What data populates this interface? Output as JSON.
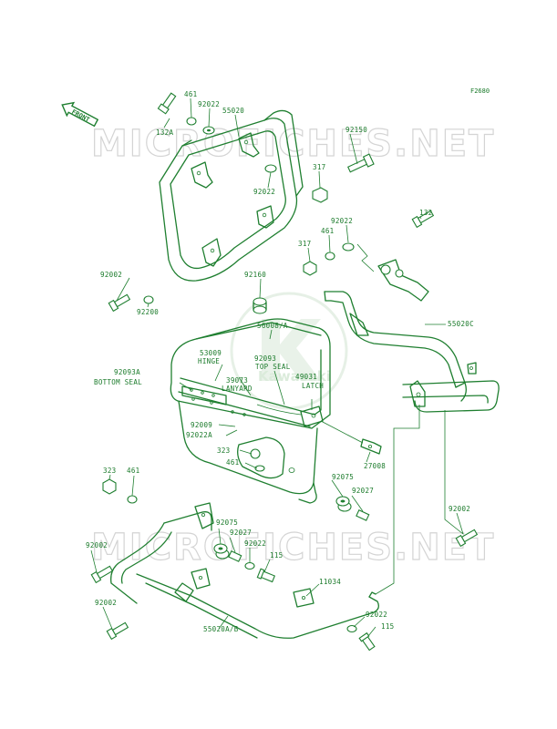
{
  "ref_code": "F2680",
  "front_label": "FRONT",
  "watermark": "MICROFICHES.NET",
  "logo_text": "Kawasaki",
  "parts": {
    "p132A": "132A",
    "p461_top": "461",
    "p92022_top": "92022",
    "p55020": "55020",
    "p92150": "92150",
    "p317_top": "317",
    "p92022_mid": "92022",
    "p92022_right": "92022",
    "p132": "132",
    "p317_right": "317",
    "p461_right": "461",
    "p92002_left": "92002",
    "p92200": "92200",
    "p92160": "92160",
    "p56008": "56008/A",
    "p55020C": "55020C",
    "p53009": "53009",
    "p53009_sub": "HINGE",
    "p92093": "92093",
    "p92093_sub": "TOP SEAL",
    "p92093A": "92093A",
    "p92093A_sub": "BOTTOM SEAL",
    "p39073": "39073",
    "p39073_sub": "LANYARD",
    "p49031": "49031",
    "p49031_sub": "LATCH",
    "p92009": "92009",
    "p92022A": "92022A",
    "p323_mid": "323",
    "p461_mid": "461",
    "p27008": "27008",
    "p92075_right": "92075",
    "p92027_right": "92027",
    "p323_left": "323",
    "p461_left": "461",
    "p92002_right": "92002",
    "p92075_left": "92075",
    "p92027_left": "92027",
    "p92002_bl": "92002",
    "p92022_low": "92022",
    "p115_low": "115",
    "p11034": "11034",
    "p92002_bottom": "92002",
    "p92022_br": "92022",
    "p115_br": "115",
    "p55020AB": "55020A/B"
  },
  "colors": {
    "line": "#1f7f30",
    "text": "#1a7a2a",
    "watermark": "#d4d4d4"
  }
}
